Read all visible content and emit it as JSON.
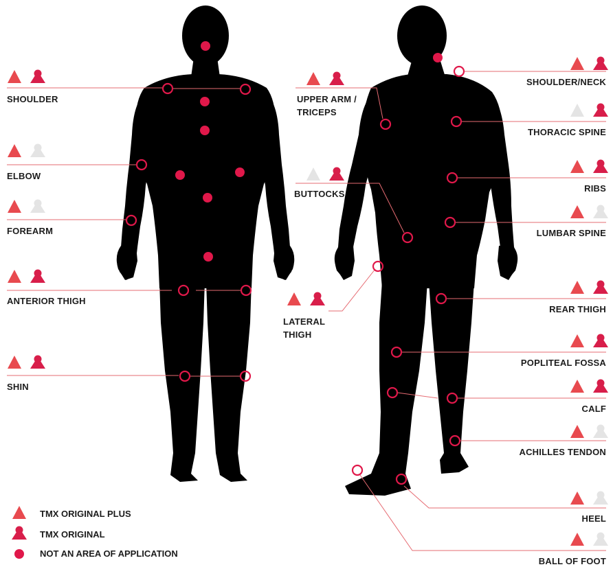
{
  "colors": {
    "plus": "#e84a4f",
    "original": "#d81e4a",
    "inactive": "#e4e4e4",
    "marker": "#e0184a",
    "line": "#e66b72",
    "body": "#000000"
  },
  "labels": {
    "shoulder": "SHOULDER",
    "elbow": "ELBOW",
    "forearm": "FOREARM",
    "anterior_thigh": "ANTERIOR THIGH",
    "shin": "SHIN",
    "upper_arm_1": "UPPER ARM /",
    "upper_arm_2": "TRICEPS",
    "buttocks": "BUTTOCKS",
    "lateral_thigh_1": "LATERAL",
    "lateral_thigh_2": "THIGH",
    "shoulder_neck": "SHOULDER/NECK",
    "thoracic_spine": "THORACIC SPINE",
    "ribs": "RIBS",
    "lumbar_spine": "LUMBAR SPINE",
    "rear_thigh": "REAR THIGH",
    "popliteal_fossa": "POPLITEAL FOSSA",
    "calf": "CALF",
    "achilles_tendon": "ACHILLES TENDON",
    "heel": "HEEL",
    "ball_of_foot": "BALL OF FOOT"
  },
  "legend": {
    "plus": "TMX ORIGINAL  PLUS",
    "original": "TMX ORIGINAL",
    "not_area": "NOT AN AREA OF APPLICATION"
  },
  "applicability": {
    "shoulder": [
      true,
      true
    ],
    "elbow": [
      true,
      false
    ],
    "forearm": [
      true,
      false
    ],
    "anterior_thigh": [
      true,
      true
    ],
    "shin": [
      true,
      true
    ],
    "upper_arm": [
      true,
      true
    ],
    "buttocks": [
      false,
      true
    ],
    "lateral_thigh": [
      true,
      true
    ],
    "shoulder_neck": [
      true,
      true
    ],
    "thoracic_spine": [
      false,
      true
    ],
    "ribs": [
      true,
      true
    ],
    "lumbar_spine": [
      true,
      false
    ],
    "rear_thigh": [
      true,
      true
    ],
    "popliteal_fossa": [
      true,
      true
    ],
    "calf": [
      true,
      true
    ],
    "achilles_tendon": [
      true,
      false
    ],
    "heel": [
      true,
      false
    ],
    "ball_of_foot": [
      true,
      false
    ]
  }
}
